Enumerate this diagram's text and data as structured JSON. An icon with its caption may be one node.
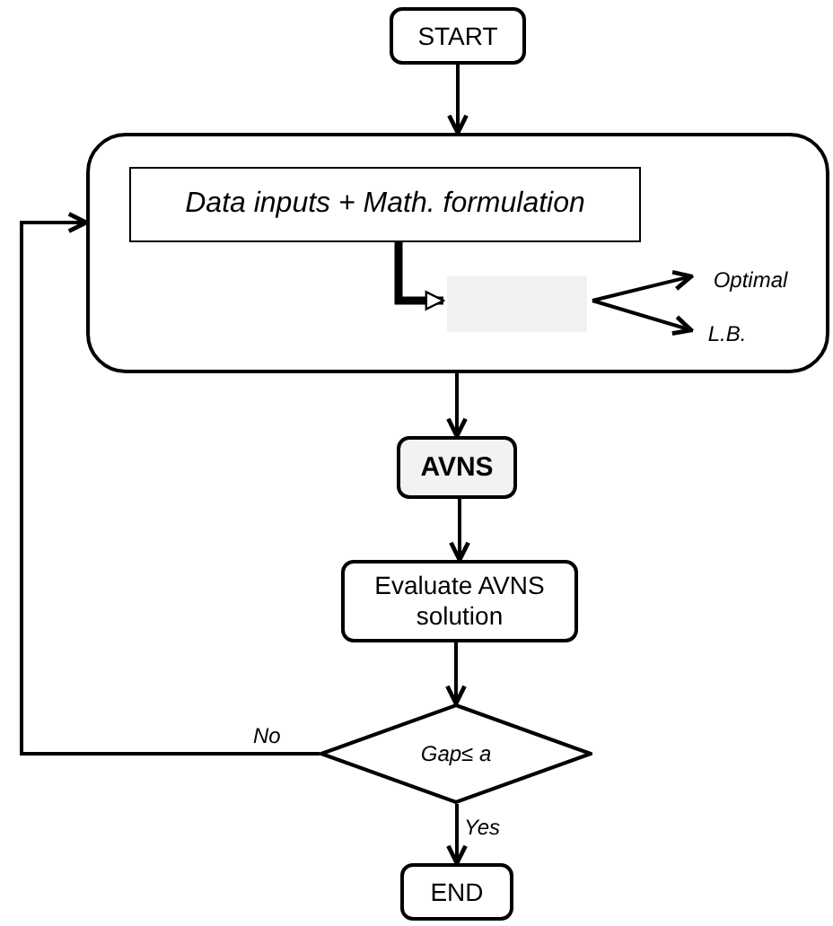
{
  "diagram": {
    "nodes": [
      {
        "text": [
          "START"
        ]
      },
      {
        "text": [],
        "shape": "box"
      },
      {
        "text": [
          "Data inputs + Math. formulation"
        ],
        "in": 1
      },
      {
        "text": [],
        "shape": "box",
        "in": 1
      },
      {
        "text": [
          "Optimal"
        ],
        "in": 1
      },
      {
        "text": [
          "L.B."
        ],
        "in": 1
      },
      {
        "text": [
          "AVNS"
        ]
      },
      {
        "text": [
          "Evaluate AVNS solution"
        ]
      },
      {
        "text": [
          "Gap≤ a"
        ]
      },
      {
        "text": [
          "END"
        ]
      }
    ],
    "edges": [
      {
        "from": 0,
        "to": 1,
        "arrow": "to"
      },
      {
        "from": 2,
        "to": 3,
        "arrow": "to",
        "style": "thick"
      },
      {
        "from": 3,
        "to": 4,
        "arrow": "to"
      },
      {
        "from": 3,
        "to": 5,
        "arrow": "to"
      },
      {
        "from": 1,
        "to": 6,
        "arrow": "to"
      },
      {
        "from": 6,
        "to": 7,
        "arrow": "to"
      },
      {
        "from": 7,
        "to": 8,
        "arrow": "to"
      },
      {
        "from": 8,
        "to": 9,
        "label": "Yes",
        "arrow": "to"
      },
      {
        "from": 8,
        "to": 1,
        "label": "No",
        "arrow": "to"
      }
    ]
  }
}
